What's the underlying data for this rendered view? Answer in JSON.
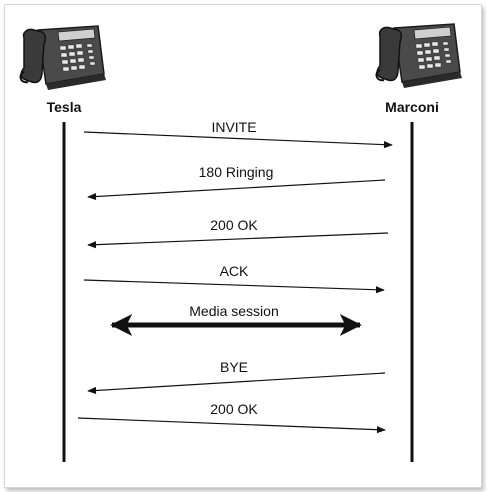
{
  "participants": [
    {
      "name": "Tesla",
      "icon": "desk-phone-icon"
    },
    {
      "name": "Marconi",
      "icon": "desk-phone-icon"
    }
  ],
  "messages": [
    {
      "label": "INVITE",
      "direction": "right"
    },
    {
      "label": "180 Ringing",
      "direction": "left"
    },
    {
      "label": "200 OK",
      "direction": "left"
    },
    {
      "label": "ACK",
      "direction": "right"
    },
    {
      "label": "Media session",
      "direction": "both"
    },
    {
      "label": "BYE",
      "direction": "left"
    },
    {
      "label": "200 OK",
      "direction": "right"
    }
  ]
}
